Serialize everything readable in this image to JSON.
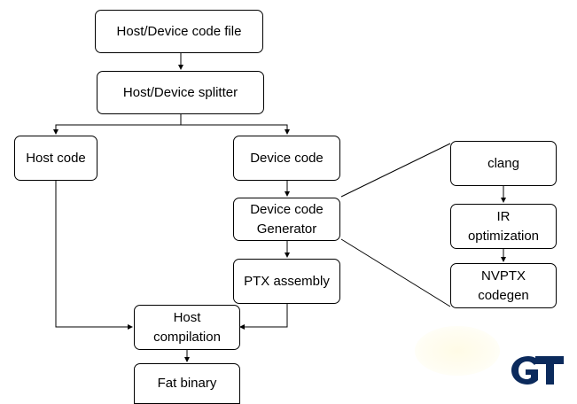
{
  "diagram": {
    "nodes": {
      "code_file": "Host/Device code file",
      "splitter": "Host/Device splitter",
      "host_code": "Host code",
      "device_code": "Device code",
      "device_generator": "Device code\nGenerator",
      "ptx_assembly": "PTX assembly",
      "host_compilation": "Host\ncompilation",
      "fat_binary": "Fat binary",
      "clang": "clang",
      "ir_optimization": "IR\noptimization",
      "nvptx_codegen": "NVPTX\ncodegen"
    },
    "logo": {
      "text": "GT",
      "color": "#0b2a5c"
    },
    "colors": {
      "stroke": "#000000",
      "background": "#ffffff"
    }
  }
}
